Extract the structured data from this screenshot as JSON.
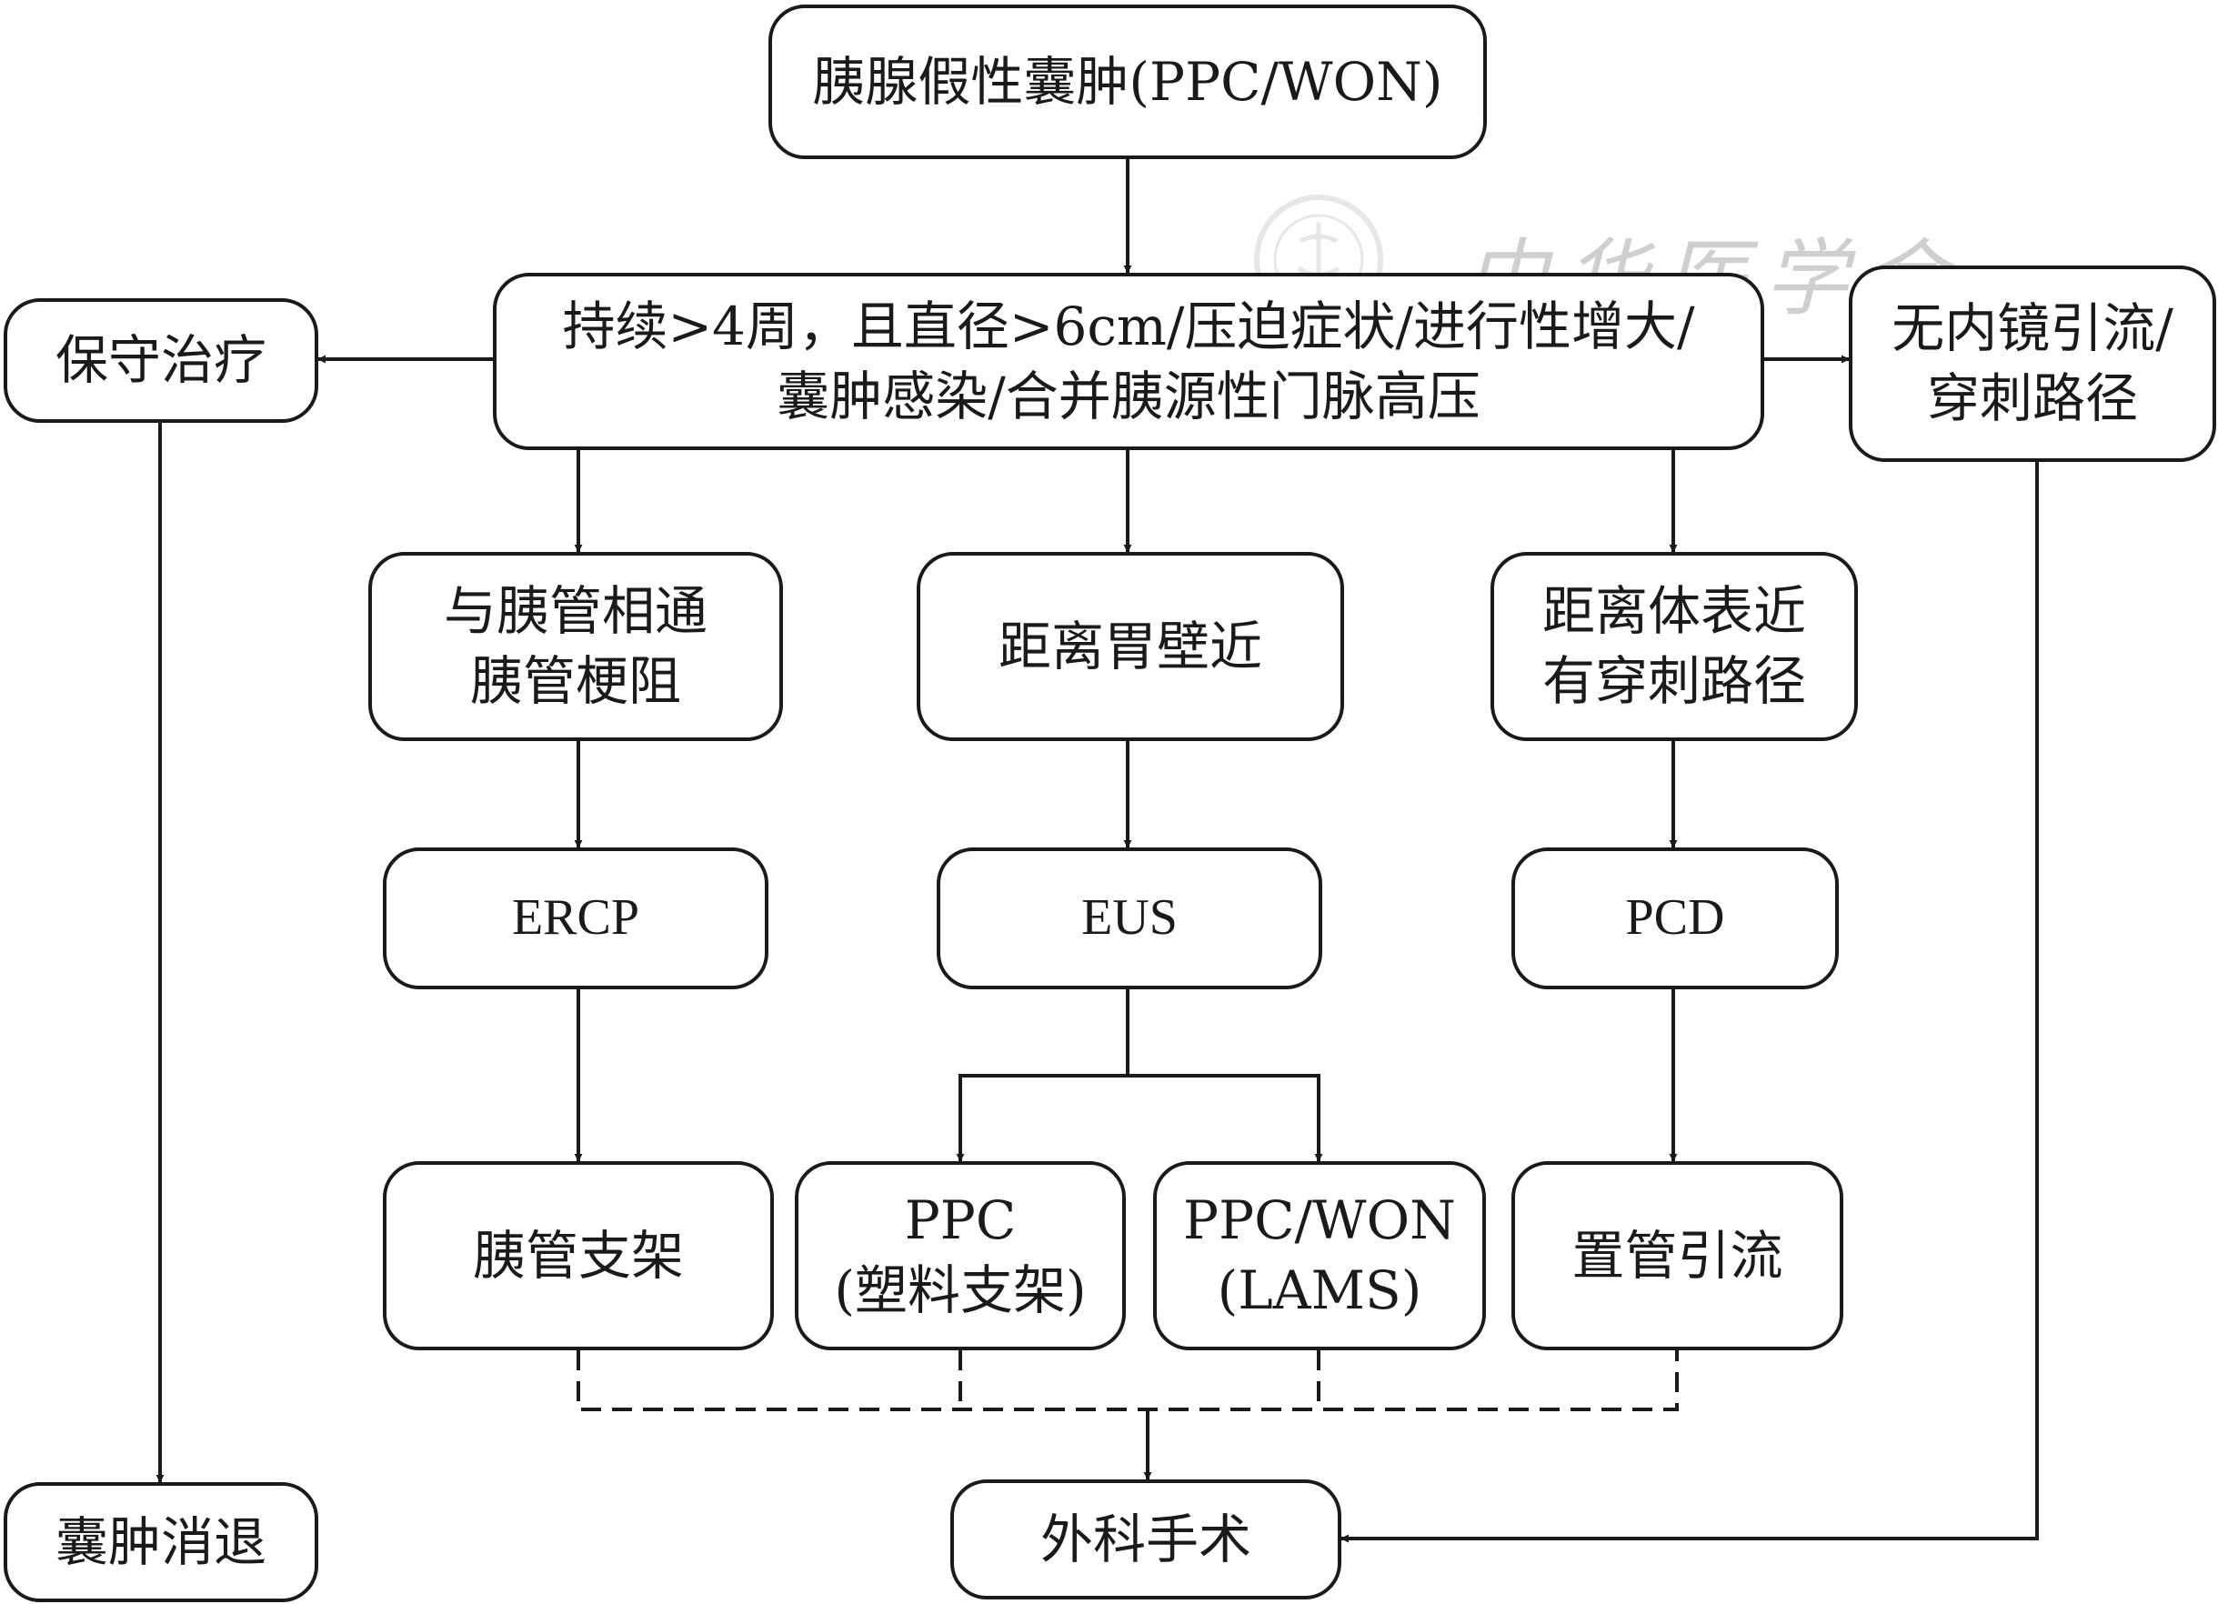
{
  "watermark": {
    "text": "中华医学会"
  },
  "nodes": {
    "start": {
      "lines": [
        "胰腺假性囊肿(PPC/WON)"
      ]
    },
    "criteria": {
      "lines": [
        "持续>4周，且直径>6cm/压迫症状/进行性增大/",
        "囊肿感染/合并胰源性门脉高压"
      ]
    },
    "conservative": {
      "lines": [
        "保守治疗"
      ]
    },
    "no_endoscopic": {
      "lines": [
        "无内镜引流/",
        "穿刺路径"
      ]
    },
    "duct_connected": {
      "lines": [
        "与胰管相通",
        "胰管梗阻"
      ]
    },
    "near_stomach": {
      "lines": [
        "距离胃壁近"
      ]
    },
    "near_surface": {
      "lines": [
        "距离体表近",
        "有穿刺路径"
      ]
    },
    "ercp": {
      "lines": [
        "ERCP"
      ]
    },
    "eus": {
      "lines": [
        "EUS"
      ]
    },
    "pcd": {
      "lines": [
        "PCD"
      ]
    },
    "duct_stent": {
      "lines": [
        "胰管支架"
      ]
    },
    "ppc_plastic": {
      "lines": [
        "PPC",
        "(塑料支架)"
      ]
    },
    "ppc_won_lams": {
      "lines": [
        "PPC/WON",
        "(LAMS)"
      ]
    },
    "tube_drainage": {
      "lines": [
        "置管引流"
      ]
    },
    "cyst_resolved": {
      "lines": [
        "囊肿消退"
      ]
    },
    "surgery": {
      "lines": [
        "外科手术"
      ]
    }
  }
}
